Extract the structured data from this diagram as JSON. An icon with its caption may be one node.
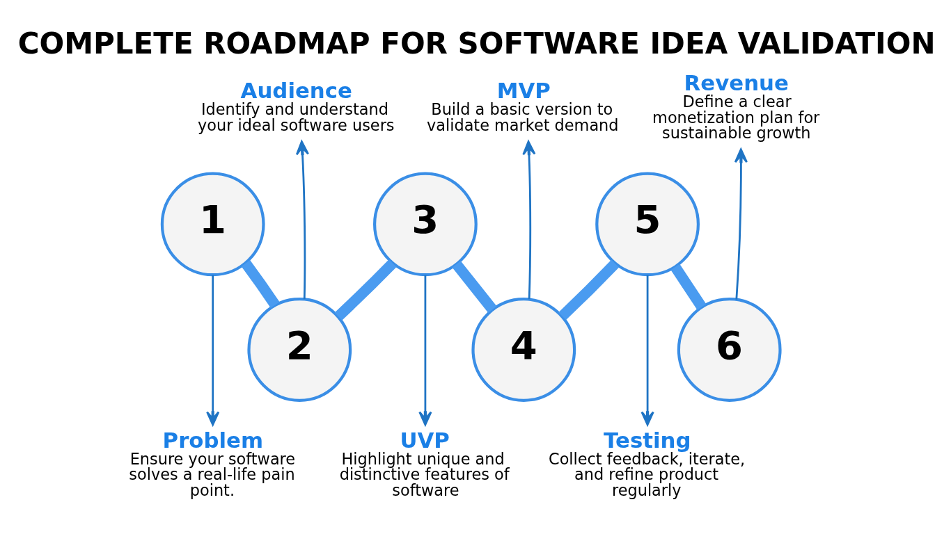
{
  "diagram": {
    "title": "COMPLETE ROADMAP FOR SOFTWARE IDEA VALIDATION",
    "nodes": [
      {
        "text": [
          "1"
        ]
      },
      {
        "text": [
          "2"
        ]
      },
      {
        "text": [
          "3"
        ]
      },
      {
        "text": [
          "4"
        ]
      },
      {
        "text": [
          "5"
        ]
      },
      {
        "text": [
          "6"
        ]
      },
      {
        "text": [
          "Audience",
          "Identify and understand your ideal software users"
        ]
      },
      {
        "text": [
          "MVP",
          "Build a basic version to validate market demand"
        ]
      },
      {
        "text": [
          "Revenue",
          "Define a clear monetization plan for sustainable growth"
        ]
      },
      {
        "text": [
          "Problem",
          "Ensure your software solves a real-life pain point."
        ]
      },
      {
        "text": [
          "UVP",
          "Highlight unique and distinctive features of software"
        ]
      },
      {
        "text": [
          "Testing",
          "Collect feedback, iterate, and refine product regularly"
        ]
      }
    ],
    "edges": [
      {
        "from": 0,
        "to": 1,
        "arrow": "none",
        "style": "thick",
        "color": "#4a9bf0"
      },
      {
        "from": 1,
        "to": 2,
        "arrow": "none",
        "style": "thick",
        "color": "#4a9bf0"
      },
      {
        "from": 2,
        "to": 3,
        "arrow": "none",
        "style": "thick",
        "color": "#4a9bf0"
      },
      {
        "from": 3,
        "to": 4,
        "arrow": "none",
        "style": "thick",
        "color": "#4a9bf0"
      },
      {
        "from": 4,
        "to": 5,
        "arrow": "none",
        "style": "thick",
        "color": "#4a9bf0"
      },
      {
        "from": 0,
        "to": 9,
        "arrow": "to"
      },
      {
        "from": 1,
        "to": 6,
        "arrow": "to"
      },
      {
        "from": 2,
        "to": 10,
        "arrow": "to"
      },
      {
        "from": 3,
        "to": 7,
        "arrow": "to"
      },
      {
        "from": 4,
        "to": 11,
        "arrow": "to"
      },
      {
        "from": 5,
        "to": 8,
        "arrow": "to"
      }
    ]
  }
}
